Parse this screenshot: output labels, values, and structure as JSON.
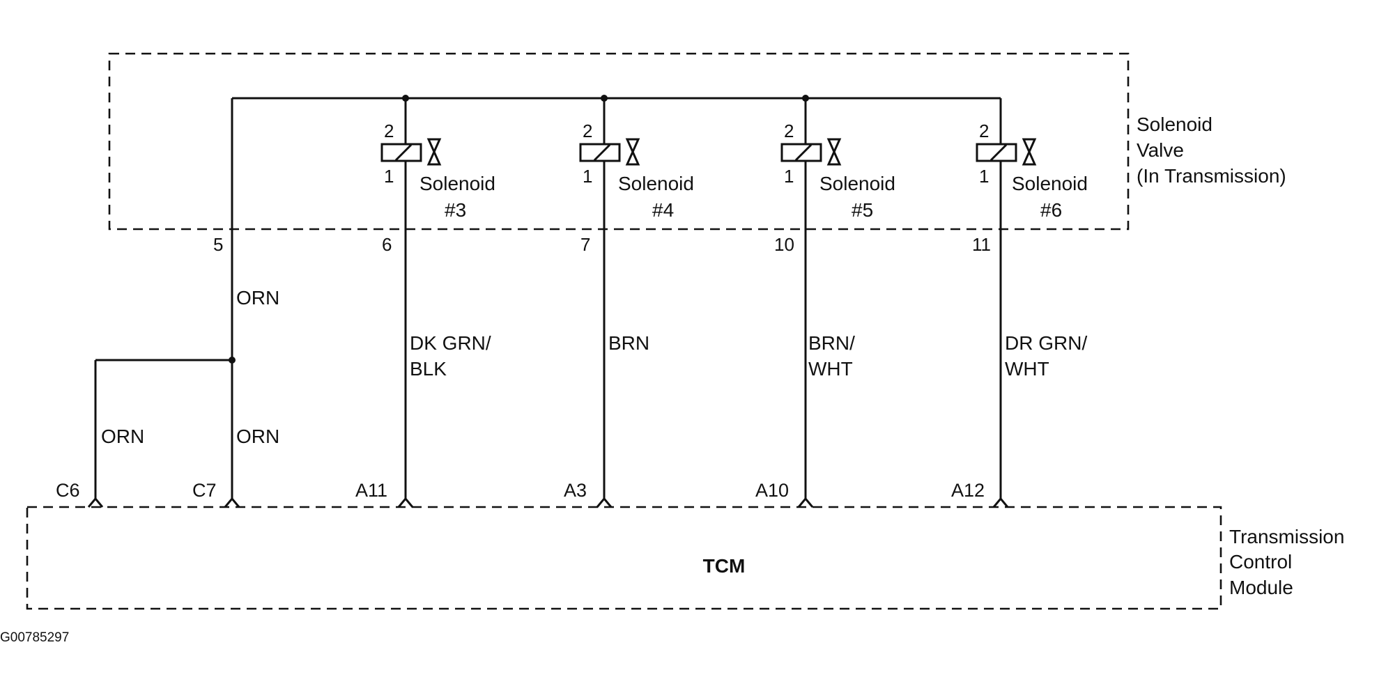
{
  "solenoid_valve_label": [
    "Solenoid",
    "Valve",
    "(In Transmission)"
  ],
  "tcm_box": {
    "title": "TCM",
    "label": [
      "Transmission",
      "Control",
      "Module"
    ]
  },
  "common_supply": {
    "connector_pin": "5",
    "wire_color_upper": "ORN",
    "wire_color_left": "ORN",
    "wire_color_right": "ORN",
    "tcm_terminals": [
      "C6",
      "C7"
    ]
  },
  "solenoids": [
    {
      "name": "Solenoid",
      "number": "#3",
      "terminal_top": "2",
      "terminal_bottom": "1",
      "connector_pin": "6",
      "wire_color": [
        "DK GRN/",
        "BLK"
      ],
      "tcm_terminal": "A11"
    },
    {
      "name": "Solenoid",
      "number": "#4",
      "terminal_top": "2",
      "terminal_bottom": "1",
      "connector_pin": "7",
      "wire_color": [
        "BRN"
      ],
      "tcm_terminal": "A3"
    },
    {
      "name": "Solenoid",
      "number": "#5",
      "terminal_top": "2",
      "terminal_bottom": "1",
      "connector_pin": "10",
      "wire_color": [
        "BRN/",
        "WHT"
      ],
      "tcm_terminal": "A10"
    },
    {
      "name": "Solenoid",
      "number": "#6",
      "terminal_top": "2",
      "terminal_bottom": "1",
      "connector_pin": "11",
      "wire_color": [
        "DR GRN/",
        "WHT"
      ],
      "tcm_terminal": "A12"
    }
  ],
  "figure_id": "G00785297"
}
